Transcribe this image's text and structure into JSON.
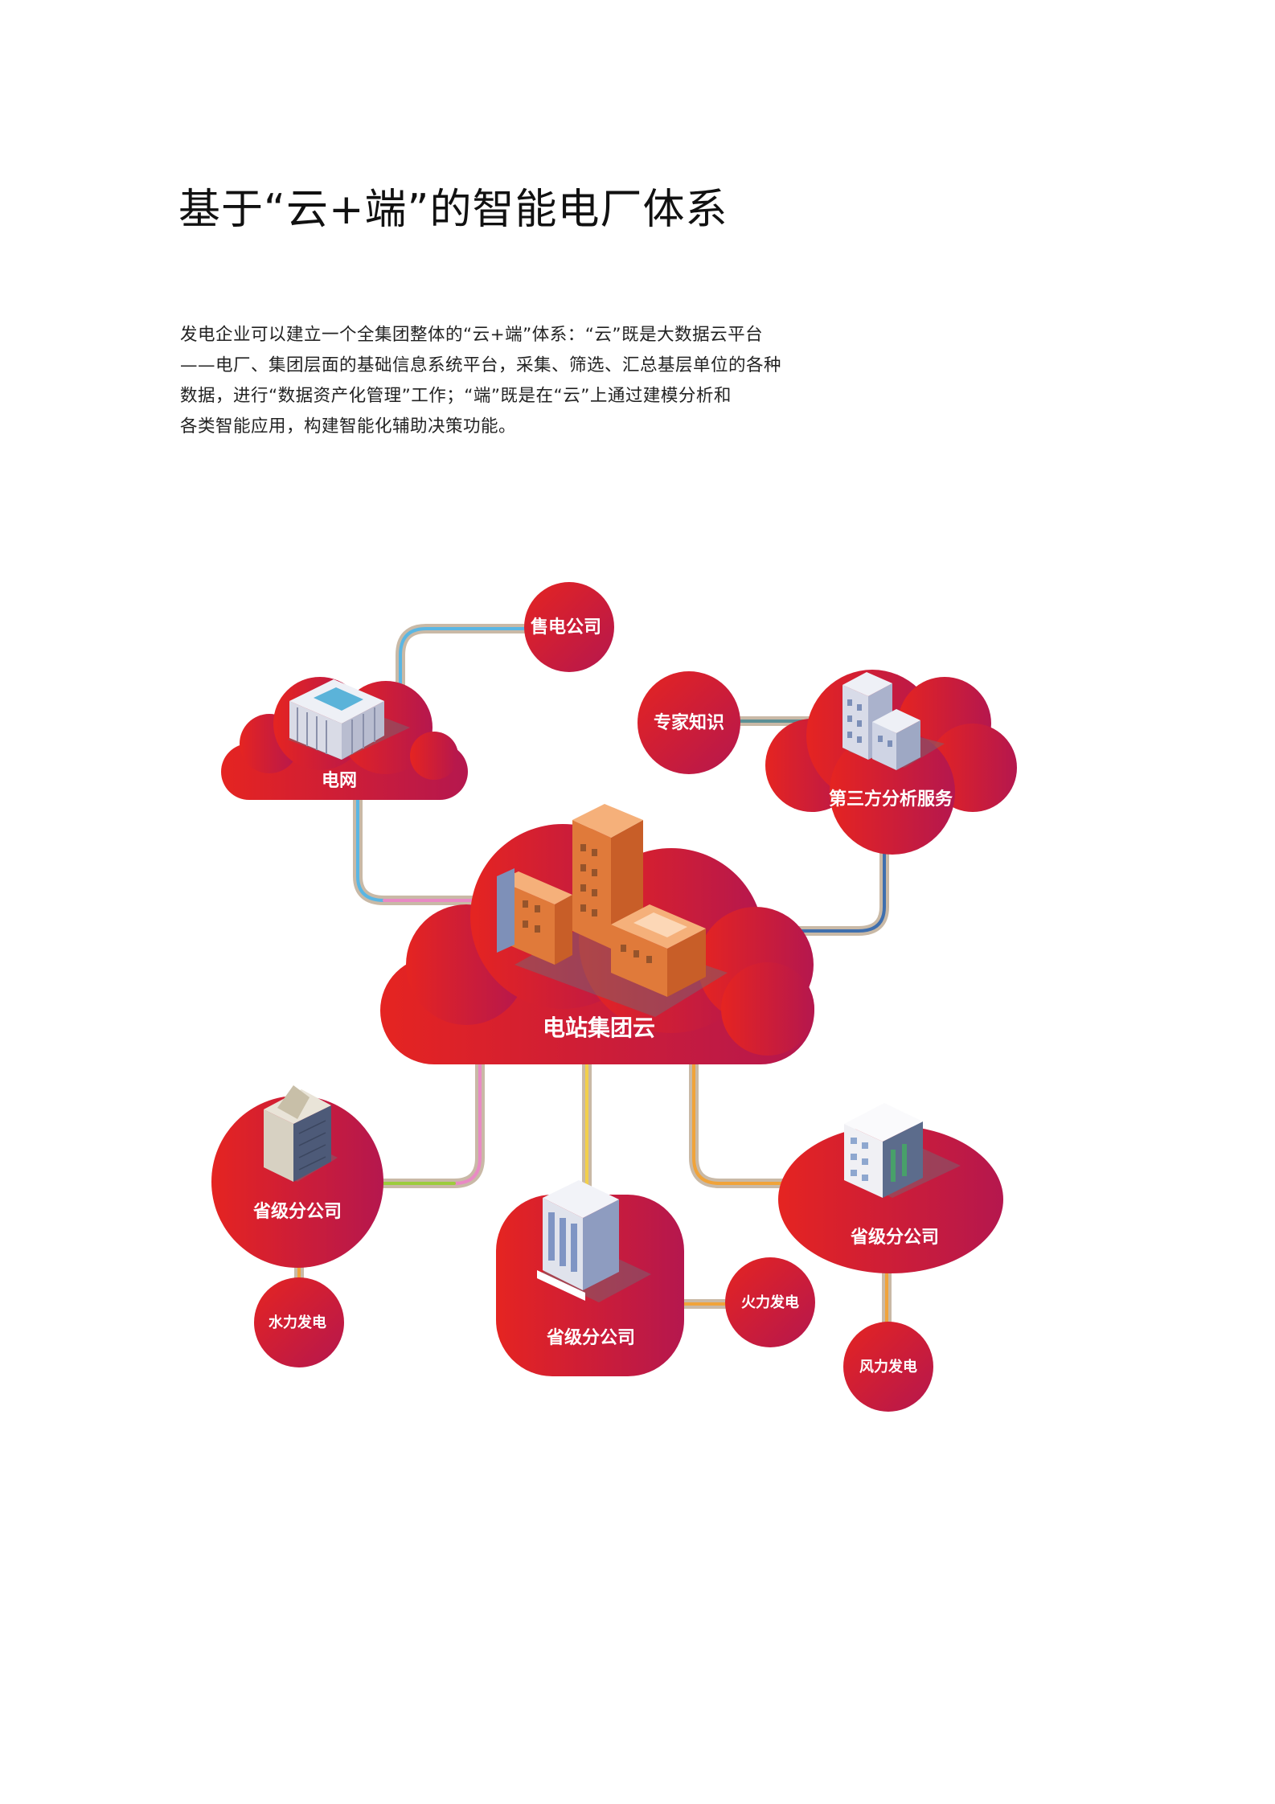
{
  "title": "基于“云+端”的智能电厂体系",
  "intro_lines": [
    "发电企业可以建立一个全集团整体的“云+端”体系：“云”既是大数据云平台",
    "——电厂、集团层面的基础信息系统平台，采集、筛选、汇总基层单位的各种",
    "数据，进行“数据资产化管理”工作；“端”既是在“云”上通过建模分析和",
    "各类智能应用，构建智能化辅助决策功能。"
  ],
  "nodes": {
    "center": "电站集团云",
    "grid": "电网",
    "sales": "售电公司",
    "expert": "专家知识",
    "third_party": "第三方分析服务",
    "branch_left": "省级分公司",
    "branch_middle": "省级分公司",
    "branch_right": "省级分公司",
    "hydro": "水力发电",
    "thermal": "火力发电",
    "wind": "风力发电"
  },
  "colors": {
    "red": "#e52421",
    "crimson": "#b5174e",
    "pipe_beige": "#c9b9a6",
    "pipe_blue": "#5ab6e3",
    "pipe_pink": "#e98ac4",
    "pipe_orange": "#f0a33a",
    "pipe_green": "#9ccc3c",
    "pipe_yellow": "#f3cf4a"
  }
}
